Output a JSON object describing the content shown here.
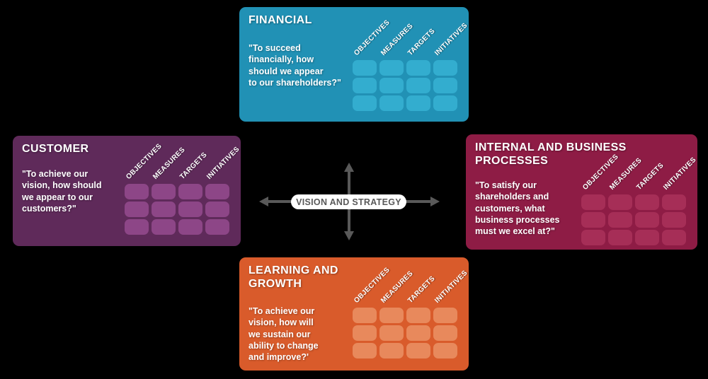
{
  "canvas": {
    "background": "#000000"
  },
  "center": {
    "label": "VISION AND STRATEGY",
    "pill_background": "#ffffff",
    "text_color": "#595959",
    "arrow_color": "#595959"
  },
  "panels": [
    {
      "id": "financial",
      "title": "FINANCIAL",
      "question": "\"To succeed\nfinancially, how\nshould we appear\nto our shareholders?\"",
      "headers": [
        "OBJECTIVES",
        "MEASURES",
        "TARGETS",
        "INITIATIVES"
      ],
      "grid": {
        "rows": 3,
        "columns": 4
      },
      "colors": {
        "background": "#2191b5",
        "cell": "#33adcf"
      }
    },
    {
      "id": "customer",
      "title": "CUSTOMER",
      "question": "\"To achieve our\nvision, how should\nwe appear to our\ncustomers?\"",
      "headers": [
        "OBJECTIVES",
        "MEASURES",
        "TARGETS",
        "INITIATIVES"
      ],
      "grid": {
        "rows": 3,
        "columns": 4
      },
      "colors": {
        "background": "#5f2a5a",
        "cell": "#8d4687"
      }
    },
    {
      "id": "internal-business-processes",
      "title": "INTERNAL AND BUSINESS PROCESSES",
      "question": "\"To satisfy our\nshareholders and\ncustomers, what\nbusiness processes\nmust we excel at?\"",
      "headers": [
        "OBJECTIVES",
        "MEASURES",
        "TARGETS",
        "INITIATIVES"
      ],
      "grid": {
        "rows": 3,
        "columns": 4
      },
      "colors": {
        "background": "#8e1c45",
        "cell": "#a62e57"
      }
    },
    {
      "id": "learning-growth",
      "title": "LEARNING AND GROWTH",
      "question": "\"To achieve our\nvision, how will\nwe sustain our\nability to change\nand improve?'",
      "headers": [
        "OBJECTIVES",
        "MEASURES",
        "TARGETS",
        "INITIATIVES"
      ],
      "grid": {
        "rows": 3,
        "columns": 4
      },
      "colors": {
        "background": "#d95b2b",
        "cell": "#e8895c"
      }
    }
  ]
}
